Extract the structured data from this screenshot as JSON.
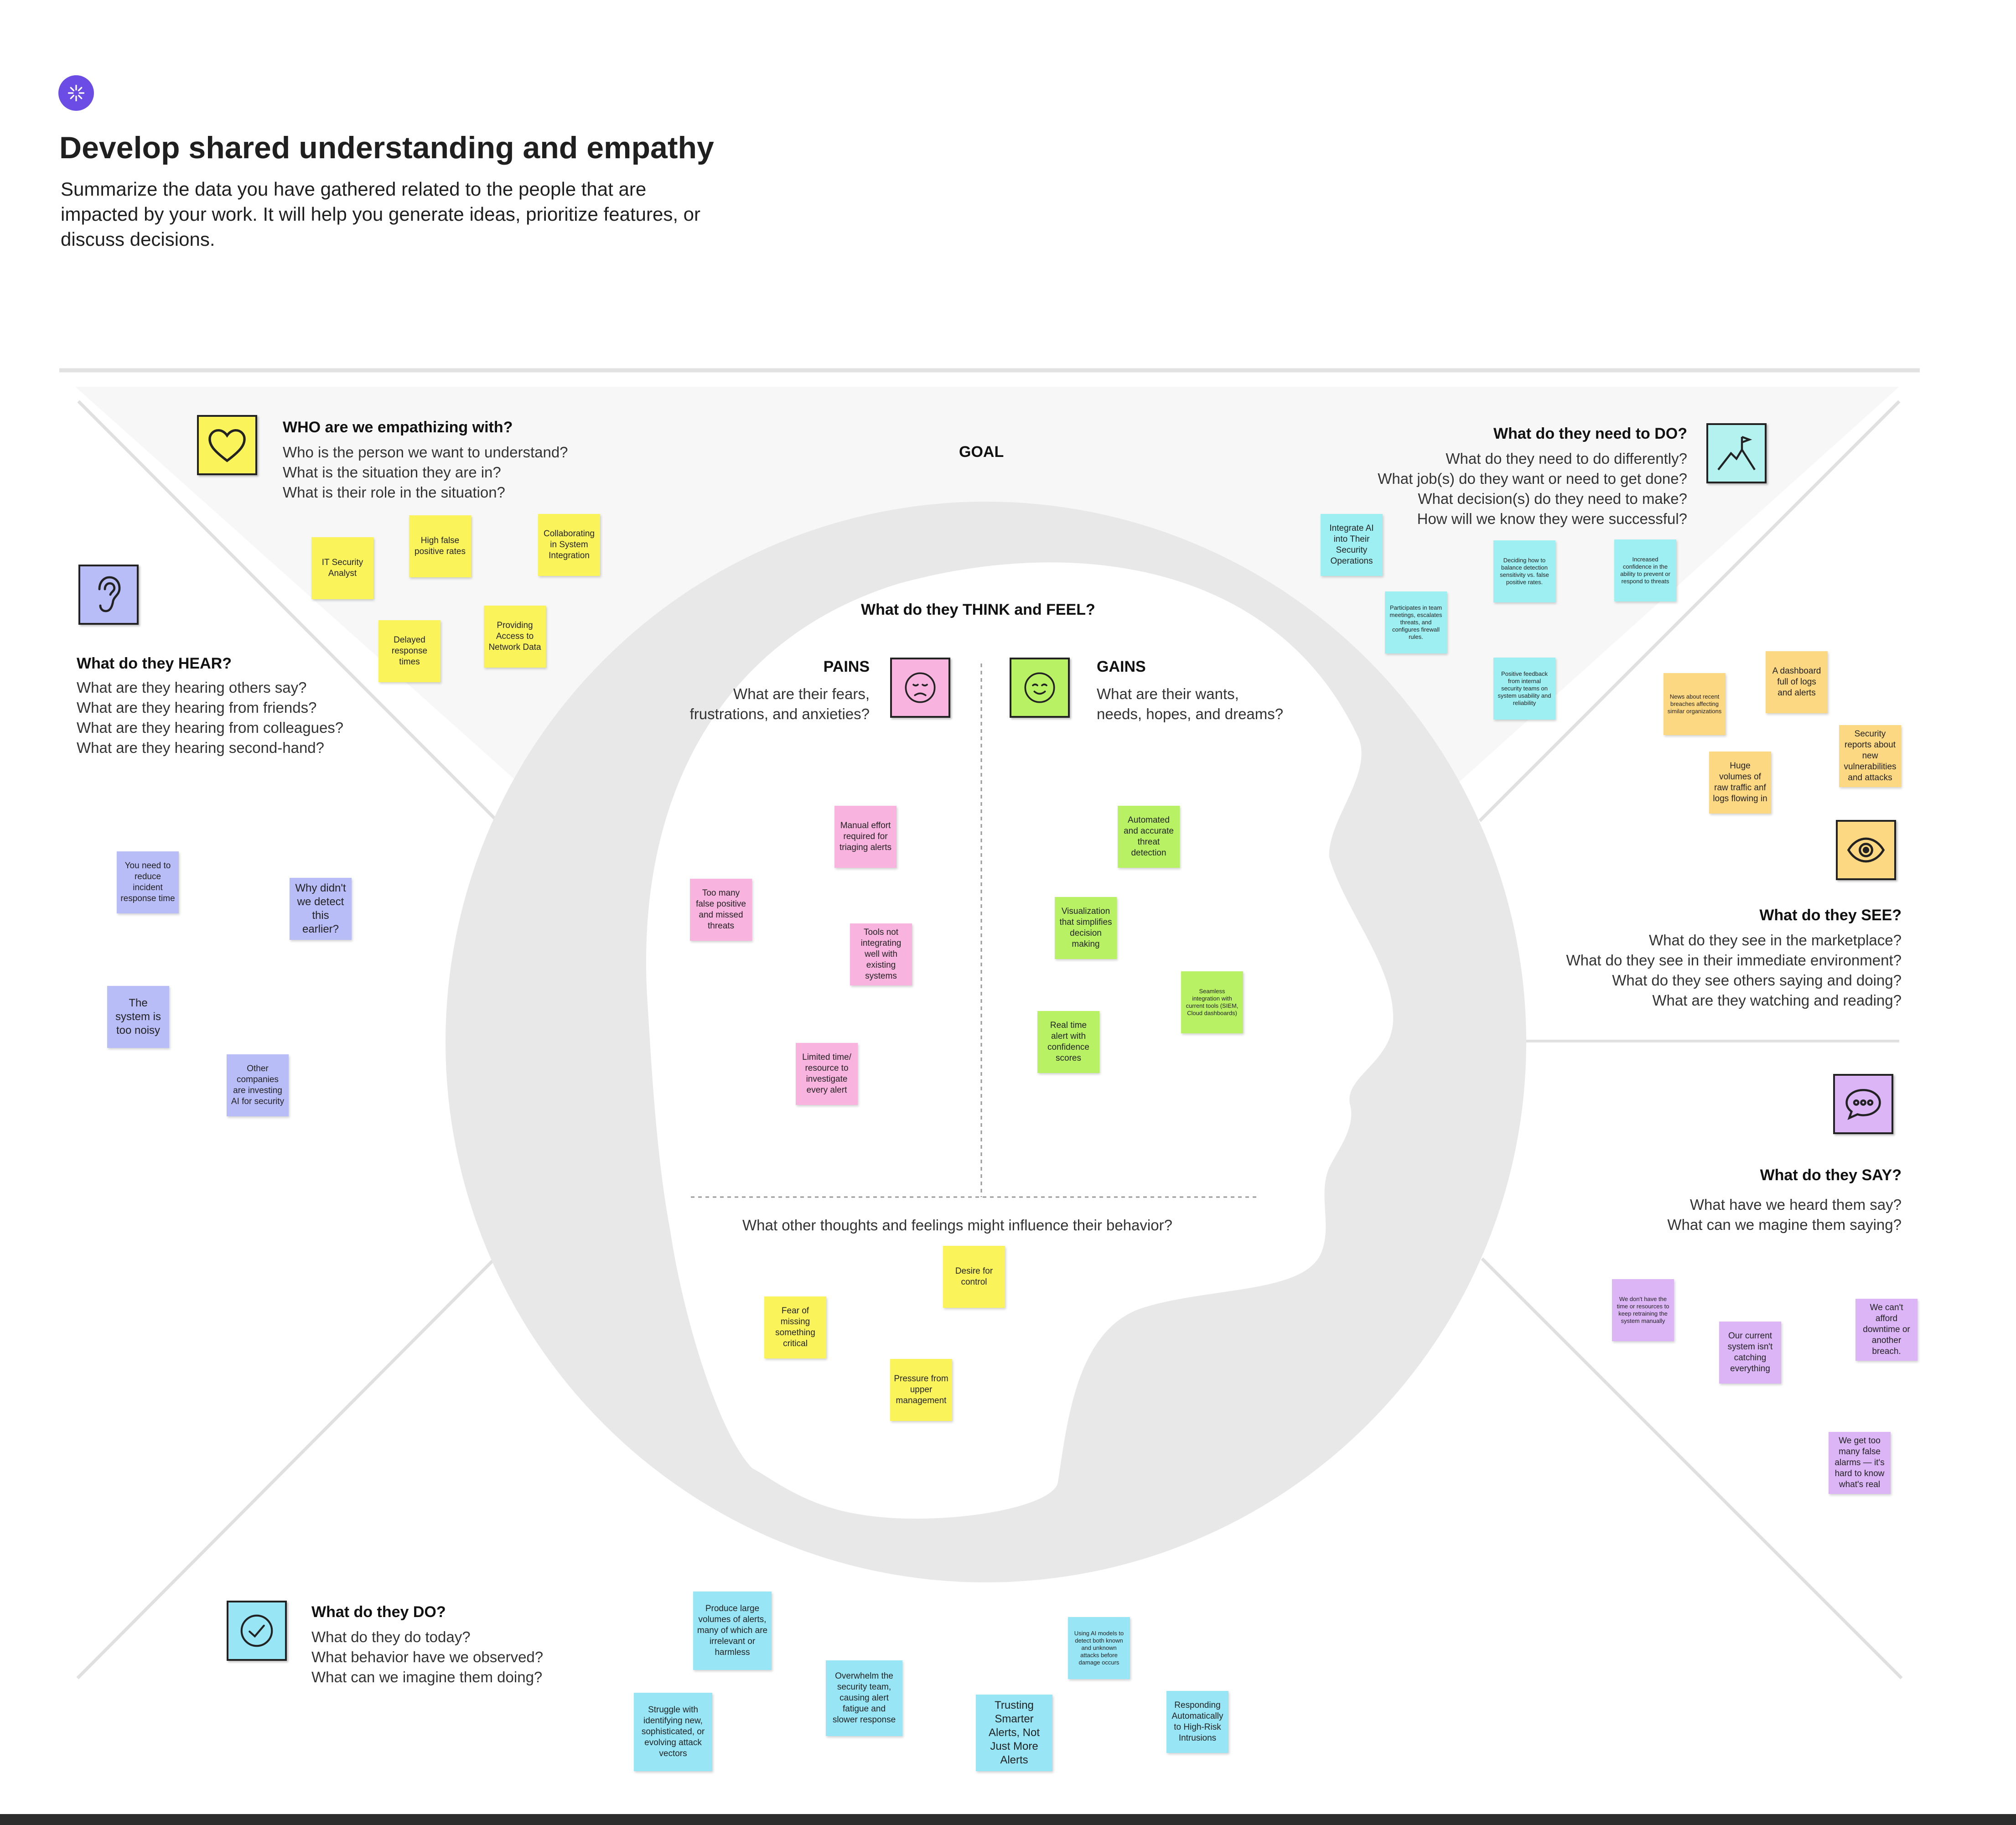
{
  "header": {
    "title": "Develop shared understanding and empathy",
    "subtitle": "Summarize the data you have gathered related to the people that are impacted by your work. It will help you generate ideas, prioritize features, or discuss decisions."
  },
  "goal_label": "GOAL",
  "who": {
    "heading": "WHO are we empathizing with?",
    "lines": [
      "Who is the person we want to understand?",
      "What is the situation they are in?",
      "What is their role in the situation?"
    ],
    "notes": [
      "IT Security Analyst",
      "High false positive rates",
      "Collaborating in System Integration",
      "Delayed response times",
      "Providing Access to Network Data"
    ]
  },
  "need_do": {
    "heading": "What do they need to DO?",
    "lines": [
      "What do they need to do differently?",
      "What job(s) do they want or need to get done?",
      "What decision(s) do they need to make?",
      "How will we know they were successful?"
    ],
    "notes": [
      "Integrate AI into Their Security Operations",
      "Participates in team meetings, escalates threats, and configures firewall rules.",
      "Deciding how to balance detection sensitivity vs. false positive rates.",
      "Increased confidence in the ability to prevent or respond to threats",
      "Positive feedback from internal security teams on system usability and reliability"
    ]
  },
  "hear": {
    "heading": "What do they HEAR?",
    "lines": [
      "What are they hearing others say?",
      "What are they hearing from friends?",
      "What are they hearing from colleagues?",
      "What are they hearing second-hand?"
    ],
    "notes": [
      "You need to reduce incident response time",
      "Why didn't we detect this earlier?",
      "The system is too noisy",
      "Other companies are investing AI for security"
    ]
  },
  "think_feel": {
    "heading": "What do they THINK and FEEL?",
    "pains_heading": "PAINS",
    "pains_lines": [
      "What are their fears,",
      "frustrations, and anxieties?"
    ],
    "gains_heading": "GAINS",
    "gains_lines": [
      "What are their wants,",
      "needs, hopes, and dreams?"
    ],
    "pains_notes": [
      "Manual effort required for triaging alerts",
      "Too many false positive and missed threats",
      "Tools not integrating well with existing systems",
      "Limited time/ resource to investigate every alert"
    ],
    "gains_notes": [
      "Automated and accurate threat detection",
      "Visualization that simplifies decision making",
      "Seamless integration with current tools (SIEM, Cloud dashboards)",
      "Real time alert with confidence scores"
    ],
    "other_question": "What other thoughts and feelings might influence their behavior?",
    "other_notes": [
      "Desire for control",
      "Fear of missing something critical",
      "Pressure from upper management"
    ]
  },
  "see": {
    "heading": "What do they SEE?",
    "lines": [
      "What do they see in the marketplace?",
      "What do they see in their immediate environment?",
      "What do they see others saying and doing?",
      "What are they watching and reading?"
    ],
    "notes": [
      "A dashboard full of logs and alerts",
      "News about recent breaches affecting similar organizations",
      "Security reports about new vulnerabilities and attacks",
      "Huge volumes of raw traffic anf logs flowing in"
    ]
  },
  "say": {
    "heading": "What do they SAY?",
    "lines": [
      "What have we heard them say?",
      "What can we magine them saying?"
    ],
    "notes": [
      "We don't have the time or resources to keep retraining the system manually",
      "Our current system isn't catching everything",
      "We can't afford downtime or another breach.",
      "We get too many false alarms — it's hard to know what's real"
    ]
  },
  "do": {
    "heading": "What do they DO?",
    "lines": [
      "What do they do today?",
      "What behavior have we observed?",
      "What can we imagine them doing?"
    ],
    "notes": [
      "Produce large volumes of alerts, many of which are irrelevant or harmless",
      "Struggle with identifying new, sophisticated, or evolving attack vectors",
      "Overwhelm the security team, causing alert fatigue and slower response",
      "Trusting Smarter Alerts, Not Just More Alerts",
      "Using AI models to detect both known and unknown attacks before damage occurs",
      "Responding Automatically to High-Risk Intrusions"
    ]
  },
  "colors": {
    "accent": "#6b4de6",
    "canvas_gray": "#e8e8e8",
    "top_triangle": "#f7f7f7",
    "sticky_yellow": "#fbf35a",
    "sticky_lavender": "#b9bdf7",
    "sticky_pink": "#f8b3de",
    "sticky_green": "#b8f264",
    "sticky_cyan": "#9eeff2",
    "sticky_orange": "#fcd883",
    "sticky_purple": "#dcb5f7",
    "sticky_blue": "#98e6f5"
  },
  "icons": [
    "sparkle-icon",
    "heart-icon",
    "ear-icon",
    "mountain-flag-icon",
    "sad-face-icon",
    "smile-face-icon",
    "eye-icon",
    "speech-bubble-icon",
    "checkmark-icon"
  ]
}
